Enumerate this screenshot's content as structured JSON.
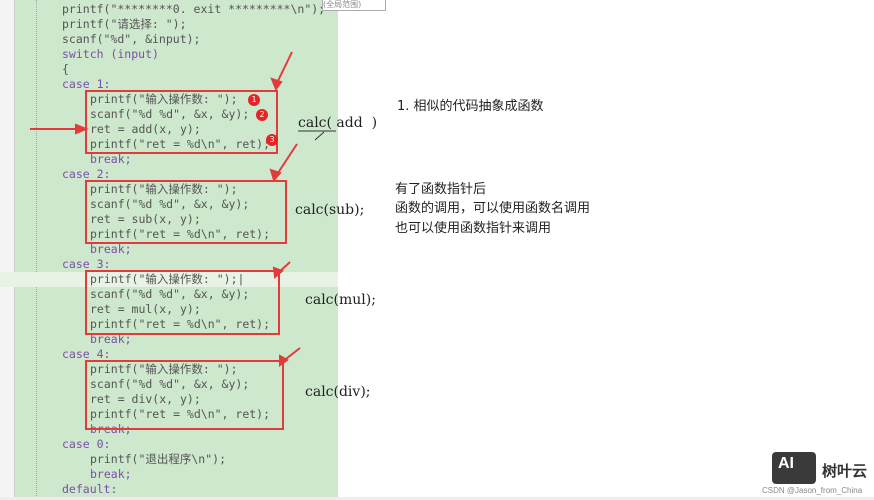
{
  "code_lines": [
    {
      "indent": 1,
      "text": "printf(\"********0. exit *********\\n\");"
    },
    {
      "indent": 1,
      "text": "printf(\"请选择: \");"
    },
    {
      "indent": 1,
      "text": "scanf(\"%d\", &input);"
    },
    {
      "indent": 1,
      "text": "switch (input)",
      "kw": true
    },
    {
      "indent": 1,
      "text": "{"
    },
    {
      "indent": 1,
      "text": "case 1:",
      "kw": true
    },
    {
      "indent": 2,
      "text": "printf(\"输入操作数: \");"
    },
    {
      "indent": 2,
      "text": "scanf(\"%d %d\", &x, &y);"
    },
    {
      "indent": 2,
      "text": "ret = add(x, y);"
    },
    {
      "indent": 2,
      "text": "printf(\"ret = %d\\n\", ret);"
    },
    {
      "indent": 2,
      "text": "break;",
      "kw": true
    },
    {
      "indent": 1,
      "text": "case 2:",
      "kw": true
    },
    {
      "indent": 2,
      "text": "printf(\"输入操作数: \");"
    },
    {
      "indent": 2,
      "text": "scanf(\"%d %d\", &x, &y);"
    },
    {
      "indent": 2,
      "text": "ret = sub(x, y);"
    },
    {
      "indent": 2,
      "text": "printf(\"ret = %d\\n\", ret);"
    },
    {
      "indent": 2,
      "text": "break;",
      "kw": true
    },
    {
      "indent": 1,
      "text": "case 3:",
      "kw": true
    },
    {
      "indent": 2,
      "text": "printf(\"输入操作数: \");|"
    },
    {
      "indent": 2,
      "text": "scanf(\"%d %d\", &x, &y);"
    },
    {
      "indent": 2,
      "text": "ret = mul(x, y);"
    },
    {
      "indent": 2,
      "text": "printf(\"ret = %d\\n\", ret);"
    },
    {
      "indent": 2,
      "text": "break;",
      "kw": true
    },
    {
      "indent": 1,
      "text": "case 4:",
      "kw": true
    },
    {
      "indent": 2,
      "text": "printf(\"输入操作数: \");"
    },
    {
      "indent": 2,
      "text": "scanf(\"%d %d\", &x, &y);"
    },
    {
      "indent": 2,
      "text": "ret = div(x, y);"
    },
    {
      "indent": 2,
      "text": "printf(\"ret = %d\\n\", ret);"
    },
    {
      "indent": 2,
      "text": "break;",
      "kw": true
    },
    {
      "indent": 1,
      "text": "case 0:",
      "kw": true
    },
    {
      "indent": 2,
      "text": "printf(\"退出程序\\n\");"
    },
    {
      "indent": 2,
      "text": "break;",
      "kw": true
    },
    {
      "indent": 1,
      "text": "default:",
      "kw": true
    }
  ],
  "tab_stub": "(全局范围)",
  "badges": [
    "1",
    "2",
    "3"
  ],
  "annotations": {
    "add": "calc( add  )",
    "sub": "calc(sub);",
    "mul": "calc(mul);",
    "div": "calc(div);"
  },
  "notes": {
    "title": "1. 相似的代码抽象成函数",
    "lines": [
      "有了函数指针后",
      "函数的调用，可以使用函数名调用",
      "也可以使用函数指针来调用"
    ]
  },
  "watermark": {
    "logo": "AI",
    "name": "树叶云",
    "credit": "CSDN @Jason_from_China"
  },
  "colors": {
    "editor_bg": "#cde8cc",
    "annotation_red": "#e23b3b"
  }
}
